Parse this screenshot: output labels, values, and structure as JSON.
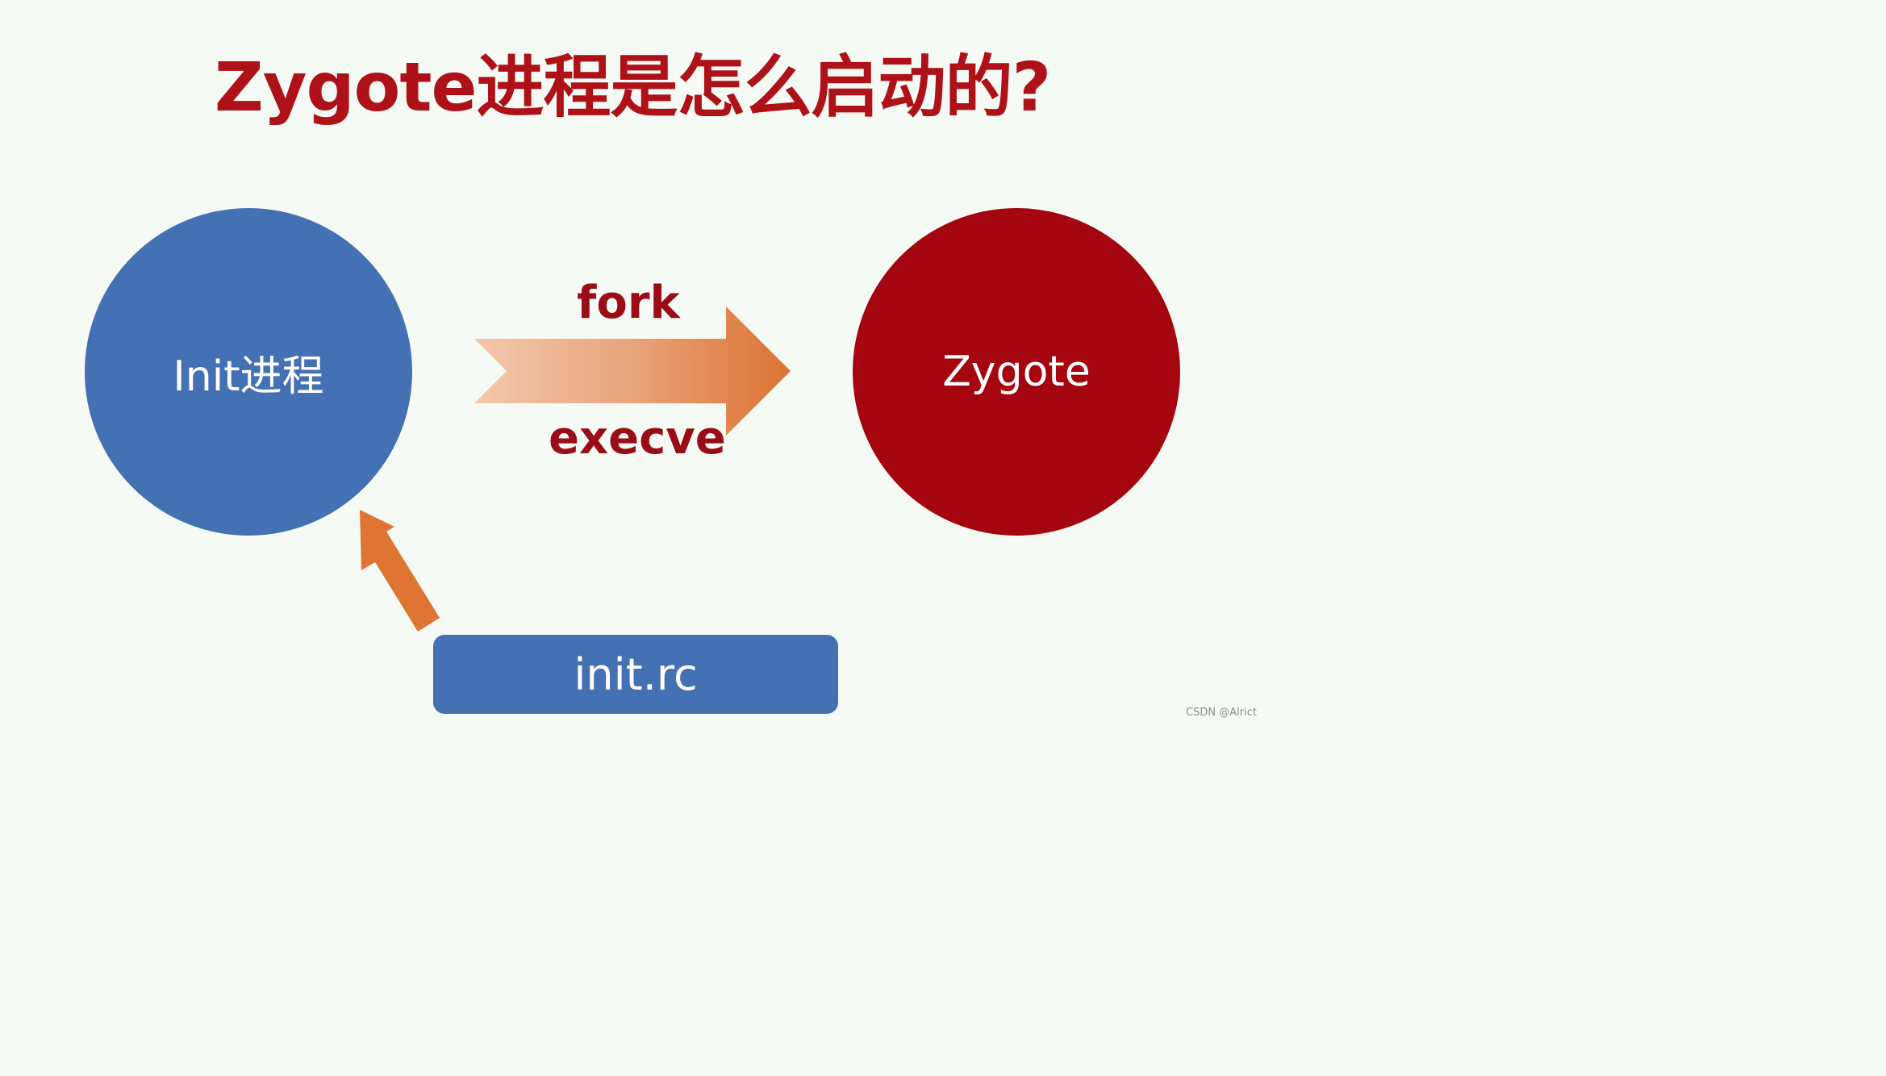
{
  "title": "Zygote进程是怎么启动的?",
  "nodes": {
    "init_process": "Init进程",
    "zygote": "Zygote",
    "init_rc": "init.rc"
  },
  "edges": {
    "fork_label": "fork",
    "execve_label": "execve"
  },
  "watermark": "CSDN @Alrict",
  "colors": {
    "title": "#ae1118",
    "init_circle": "#4470b4",
    "zygote_circle": "#a4050e",
    "arrow": "#df7433",
    "edge_label": "#9a0d16",
    "rc_box": "#4470b4"
  }
}
